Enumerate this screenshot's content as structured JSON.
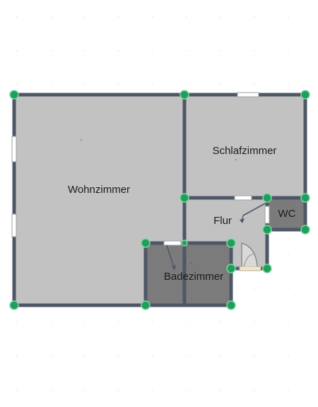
{
  "rooms": {
    "wohnzimmer": "Wohnzimmer",
    "schlafzimmer": "Schlafzimmer",
    "flur": "Flur",
    "wc": "WC",
    "badezimmer": "Badezimmer"
  },
  "colors": {
    "floor_light": "#c2c2c2",
    "floor_dark": "#7b7b7b",
    "wall": "#4f5766",
    "node": "#1fa05a"
  },
  "icons": [
    "vertex-node-icon",
    "door-icon",
    "window-icon"
  ]
}
